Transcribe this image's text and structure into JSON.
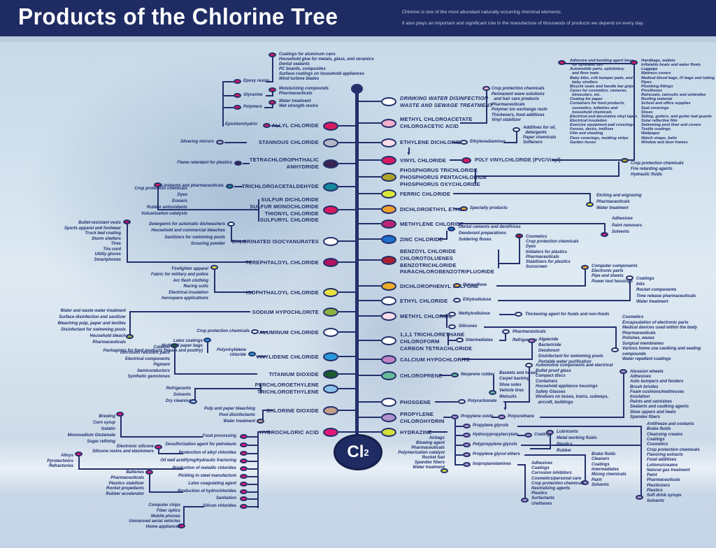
{
  "header": {
    "title": "Products of the Chlorine Tree",
    "subtitle1": "Chlorine is one of the most abundant naturally occurring chemical elements.",
    "subtitle2": "It also plays an important and significant role in the manufacture of thousands of products we depend on every day."
  },
  "trunk": {
    "formula": "Cl",
    "sub": "2"
  },
  "colors": {
    "line": "#23306b",
    "header_navy": "#1e2c63",
    "crimson": "#d81a60",
    "pink": "#f2aecb",
    "pale_pink": "#f8dce8",
    "olive": "#b0a428",
    "ferric_yellow": "#dce838",
    "orange": "#f0a030",
    "magenta": "#bc2474",
    "blue": "#1e70cc",
    "dark_red": "#aa2030",
    "amber": "#eeac28",
    "orchid": "#c084c4",
    "teal_green": "#68bc9c",
    "purple": "#b092cc",
    "hydrazine_yellow": "#d4e038",
    "gray": "#b4b8c4",
    "dark_purple": "#3a2450",
    "teal": "#148898",
    "terephtaloyl_magenta": "#b01462",
    "yellow": "#e8e040",
    "olive_green": "#8cb03c",
    "vinylidene_blue": "#2898dc",
    "dark_green": "#1a5c2c",
    "light_blue": "#8cc0e8",
    "tan": "#c4a088",
    "deep_pink": "#e41878",
    "white": "#ffffff"
  },
  "left": {
    "allyl": {
      "label": "ALLYL CHLORIDE",
      "epichlorohydrin": "Epichlorohydrin",
      "epoxy": {
        "label": "Epoxy resins",
        "list": [
          "Coatings for aluminum cans",
          "Household glue for metals, glass, and ceramics",
          "Dental sealants",
          "PC boards, composites",
          "Surface coatings on household appliances",
          "Wind turbine blades"
        ]
      },
      "glycerine": {
        "label": "Glycerine",
        "list": [
          "Moisturizing compounds",
          "Pharmaceuticals"
        ]
      },
      "polymers": {
        "label": "Polymers",
        "list": [
          "Water treatment",
          "Wet strength resins"
        ]
      }
    },
    "stannous": {
      "label": "STANNOUS CHLORIDE",
      "use": "Silvering mirrors"
    },
    "tetra": {
      "label": "TETRACHLOROPHTHALIC\nANHYDRIDE",
      "use": "Flame retardant for plastics"
    },
    "chloral": {
      "label": "TRICHLOROACETALDEHYDE",
      "use": "Liniments and pharmaceuticals"
    },
    "sulfur": {
      "label": "SULFUR DICHLORIDE\nSULFUR MONOCHLORIDE\nTHIONYL CHLORIDE\nSULFURYL CHLORIDE",
      "list": [
        "Crop protection chemicals",
        "Dyes",
        "Erasers",
        "Rubber antioxidants",
        "Vulcanization catalysts"
      ]
    },
    "isocyanurates": {
      "label": "CHLORINATED ISOCYANURATES",
      "list": [
        "Detergents for automatic dishwashers",
        "Household and commercial bleaches",
        "Sanitizers for swimming pools",
        "Scouring powder"
      ]
    },
    "terephtaloyl": {
      "label": "TEREPHTALOYL CHLORIDE",
      "list": [
        "Bullet-resistant vests",
        "Sports apparel and footwear",
        "Truck bed coating",
        "Storm shelters",
        "Tires",
        "Tire cord",
        "Utility gloves",
        "Smartphones"
      ]
    },
    "isophthaloyl": {
      "label": "ISOPHTHALOYL CHLORIDE",
      "list": [
        "Firefighter apparel",
        "Fabric for military and police",
        "Arc flash clothing",
        "Racing suits",
        "Electrical insulation",
        "Aerospace applications"
      ]
    },
    "sodium_hypochlorite": {
      "label": "SODIUM HYPOCHLORITE",
      "list": [
        "Water and waste water treatment",
        "Surface disinfection and sanitizer",
        "Bleaching pulp, paper and textiles",
        "Disinfectant for swimming pools",
        "Household bleach",
        "Pharmaceuticals"
      ]
    },
    "aluminum": {
      "label": "ALUMINUM CHLORIDE",
      "use": "Crop protection chemicals"
    },
    "vinylidene": {
      "label": "VINYLIDENE CHLORIDE",
      "mid": "Polyvinylidene\nchloride",
      "list": [
        "Latex coatings",
        "Multiwall paper bags",
        "Packagings for food products (meats and poultry)"
      ]
    },
    "titanium": {
      "label": "TITANIUM DIOXIDE",
      "list": [
        "Catalyst",
        "Corrosion resistant paint",
        "Electrical components",
        "Pigment",
        "Semiconductors",
        "Synthetic gemstones"
      ]
    },
    "perchloro": {
      "label": "PERCHLOROETHYLENE\nTRICHLOROETHYLENE",
      "list": [
        "Refrigerants",
        "Solvents",
        "Dry cleaning"
      ]
    },
    "chlorine_dioxide": {
      "label": "CHLORINE DIOXIDE",
      "list": [
        "Pulp and paper bleaching",
        "Pool disinfectants",
        "Water treatment"
      ]
    },
    "hcl": {
      "label": "HYDROCHLORIC ACID",
      "branches": {
        "food": {
          "label": "Food processing",
          "list": [
            "Brewing",
            "Corn syrup",
            "Gelatin",
            "Monosodium Glutamate",
            "Sugar refining"
          ]
        },
        "desulf": {
          "label": "Desulfurization agent for petroleum"
        },
        "alkyl": {
          "label": "Production of alkyl chlorides",
          "list": [
            "Electronic silicone",
            "Silicone resins and elastomers"
          ]
        },
        "oilwell": {
          "label": "Oil well acidifying/hydraulic fracturing"
        },
        "metallic": {
          "label": "Production of metallic chlorides",
          "list": [
            "Alloys",
            "Pyrotechnics",
            "Refractories"
          ]
        },
        "pickling": {
          "label": "Pickling in steel manufacture"
        },
        "latex": {
          "label": "Latex coagulating agent"
        },
        "hydrochlorides": {
          "label": "Production of hydrochlorides",
          "list": [
            "Batteries",
            "Pharmaceuticals",
            "Plastics stabilizer",
            "Rocket propellants",
            "Rubber accelerator"
          ]
        },
        "sanitation": {
          "label": "Sanitation"
        },
        "silicon": {
          "label": "Silicon chlorides",
          "list": [
            "Computer chips",
            "Fiber optics",
            "Mobile phones",
            "Unmanned aerial vehicles",
            "Home appliances"
          ]
        }
      }
    }
  },
  "right": {
    "drinking": {
      "label": "DRINKING WATER DISINFECTION\nWASTE AND SEWAGE TREATMENT"
    },
    "chloroacetate": {
      "label": "METHYL CHLOROACETATE\nCHLOROACETIC ACID",
      "list": [
        "Crop protection chemicals",
        "Permanent wave solutions",
        "  and hair care products",
        "Pharmaceuticals",
        "Polymer ion exchange resin",
        "Thickeners, food additives",
        "Vinyl stabilizer"
      ]
    },
    "ethylene_dichloride": {
      "label": "ETHYLENE DICHLORIDE",
      "mid": "Ethylenediamines",
      "list": [
        "Additives for oil,",
        "  detergents",
        "Paper chemicals",
        "Softeners"
      ]
    },
    "vinyl_chloride": {
      "label": "VINYL CHLORIDE",
      "pvc": "POLY VINYLCHLORIDE (PVC/Vinyl)",
      "col1": [
        "Adhesive and bonding agent base",
        "  for synthetic turf",
        "Automobile parts, upholstery",
        "  and floor mats",
        "Baby bibs, crib bumper pads, and",
        "  baby strollers",
        "Bicycle seats and handle bar grips",
        "Cases for cosmetics, cameras,",
        "  binoculars, etc.",
        "Coating for paper",
        "Containers for food products,",
        "  cosmetics, toiletries and",
        "  household chemicals",
        "Electrical and decorative vinyl tapes",
        "Electrical insulation",
        "Exercise equipment pad coverings",
        "Fences, decks, trellises",
        "Film and sheeting",
        "Floor coverings, molding strips",
        "Garden hoses"
      ],
      "col2": [
        "Handbags, wallets",
        "Inflatable boats and water floats",
        "Luggage",
        "Mattress covers",
        "Medical blood bags, IV bags and tubing",
        "Pipes",
        "Plumbing fittings",
        "Prostheses",
        "Raincoats, rainsuits and umbrellas",
        "Roofing material",
        "School and office supplies",
        "Seat coverings",
        "Shoes",
        "Siding, gutters, and gutter leaf guards",
        "Solar reflective film",
        "Swimming pool liner and covers",
        "Textile coatings",
        "Wallpaper",
        "Watch straps, belts",
        "Window and door frames"
      ]
    },
    "phosphorus": {
      "label": "PHOSPHORUS TRICHLORIDE\nPHOSPHORUS PENTACHLORIDE\nPHOSPHORUS OXYCHLORIDE",
      "list": [
        "Crop protection chemicals",
        "Fire retarding agents",
        "Hydraulic fluids"
      ]
    },
    "ferric": {
      "label": "FERRIC CHLORIDE",
      "list": [
        "Etching and engraving",
        "Pharmaceuticals",
        "Water treatment"
      ]
    },
    "dichloroethyl": {
      "label": "DICHLOROETHYL ETHER",
      "mid": "Specialty products"
    },
    "methylene": {
      "label": "METHYLENE CHLORIDE",
      "list": [
        "Adhesives",
        "Paint removers",
        "Solvents"
      ]
    },
    "zinc": {
      "label": "ZINC CHLORIDE",
      "list": [
        "Dental cements and dentifrices",
        "Deodorant preparations",
        "Soldering fluxes"
      ]
    },
    "benzoyl": {
      "label": "BENZOYL CHLORIDE\nCHLOROTOLUENES\nBENZOTRICHLORIDE\nPARACHLOROBENZOTRIFLUORIDE",
      "list": [
        "Cosmetics",
        "Crop protection chemicals",
        "Dyes",
        "Initiators for plastics",
        "Pharmaceuticals",
        "Stabilizers for plastics",
        "Sunscreen"
      ]
    },
    "sulfone": {
      "label": "DICHLOROPHENYL SULFONE",
      "mid": "Polysulfone",
      "list": [
        "Computer components",
        "Electronic parts",
        "Pipe and sheets",
        "Power tool housings"
      ]
    },
    "ethyl_chloride": {
      "label": "ETHYL CHLORIDE",
      "mid": "Ethylcellulose",
      "list": [
        "Coatings",
        "Inks",
        "Rocket components",
        "Time release pharmaceuticals",
        "Water treatment"
      ]
    },
    "methyl_chloride": {
      "label": "METHYL CHLORIDE",
      "mc": "Methylcellulose",
      "thickening": "Thickening agent for foods and non-foods",
      "silicones": "Silicones",
      "sil_list": [
        "Cosmetics",
        "Encapsulation of electronic parts",
        "Medical devices used within the body",
        "Pharmaceuticals",
        "Polishes, waxes",
        "Surgical membranes",
        "Various home use caulking and sealing compounds",
        "Water repellent coatings"
      ]
    },
    "trichlorethane": {
      "label": "1,1,1 TRICHLORETHANE\nCHLOROFORM\nCARBON TETRACHLORIDE",
      "mid": "Intermediates",
      "use1": "Pharmaceuticals",
      "use2": "Refrigerants"
    },
    "calcium": {
      "label": "CALCIUM HYPOCHLORITE",
      "list": [
        "Algaecide",
        "Bactericide",
        "Deodorant",
        "Disinfectant for swimming pools",
        "Portable water purification"
      ]
    },
    "chloroprene": {
      "label": "CHLOROPRENE",
      "mid": "Neoprene rubber",
      "list": [
        "Baskets and hoses",
        "Carpet backing",
        "Shoe soles",
        "Vehicle tires",
        "Wetsuits"
      ]
    },
    "phosgene": {
      "label": "PHOSGENE",
      "mid": "Polycarbonate",
      "list": [
        "Automotive components and electrical",
        "Bullet proof glass",
        "Compact discs",
        "Containers",
        "Household appliance housings",
        "Safety Glasses",
        "Windows on buses, trains, subways,",
        "  aircraft, buildings"
      ]
    },
    "chlorohydrin": {
      "label": "PROPYLENE\nCHLOROHYDRIN",
      "oxide": "Propylene oxide",
      "polyurethane": "Polyurethane",
      "pu_list": [
        "Abrasion wheels",
        "Adhesives",
        "Auto bumpers and fenders",
        "Brush bristles",
        "Foam cushions/mattresses",
        "Insulation",
        "Paints and varnishes",
        "Sealants and caulking agents",
        "Shoe uppers and heels",
        "Spandex fibers"
      ],
      "glycols": "Propylene glycols",
      "glycols_list": [
        "Antifreeze and coolants",
        "Brake fluids",
        "Cleansing creams",
        "Coatings",
        "Cosmetics",
        "Crop protection chemicals",
        "Flavoring extracts",
        "Food additives",
        "Lotions/creams",
        "Natural gas treatment",
        "Paint",
        "Pharmaceuticals",
        "Plasticizers",
        "Plastics",
        "Soft drink syrups",
        "Solvents"
      ],
      "hydroxy": "Hydroxypropylacrylate",
      "coatings": "Coatings",
      "lub_list": [
        "Lubricants",
        "Metal working fluids",
        "Plastics",
        "Rubber"
      ],
      "polyprop": "Polypropylene glycols",
      "ethers": "Propylene glycol ethers",
      "ethers_list": [
        "Brake fluids",
        "Cleaners",
        "Coatings",
        "Intermediates",
        "Mixing chemicals",
        "Paint",
        "Solvents"
      ],
      "isoprop": "Isopropanolamines",
      "isoprop_list": [
        "Adhesives",
        "Coatings",
        "Corrosion inhibitors",
        "Cosmetics/personal care",
        "Crop protection chemicals",
        "Neutralizing agents",
        "Plastics",
        "Surfactants",
        "Urethanes"
      ]
    },
    "hydrazine": {
      "label": "HYDRAZINE",
      "list": [
        "Airbags",
        "Blowing agent",
        "Pharmaceuticals",
        "Polymerization catalyst",
        "Rocket fuel",
        "Spandex fibers",
        "Water treatment"
      ]
    }
  }
}
